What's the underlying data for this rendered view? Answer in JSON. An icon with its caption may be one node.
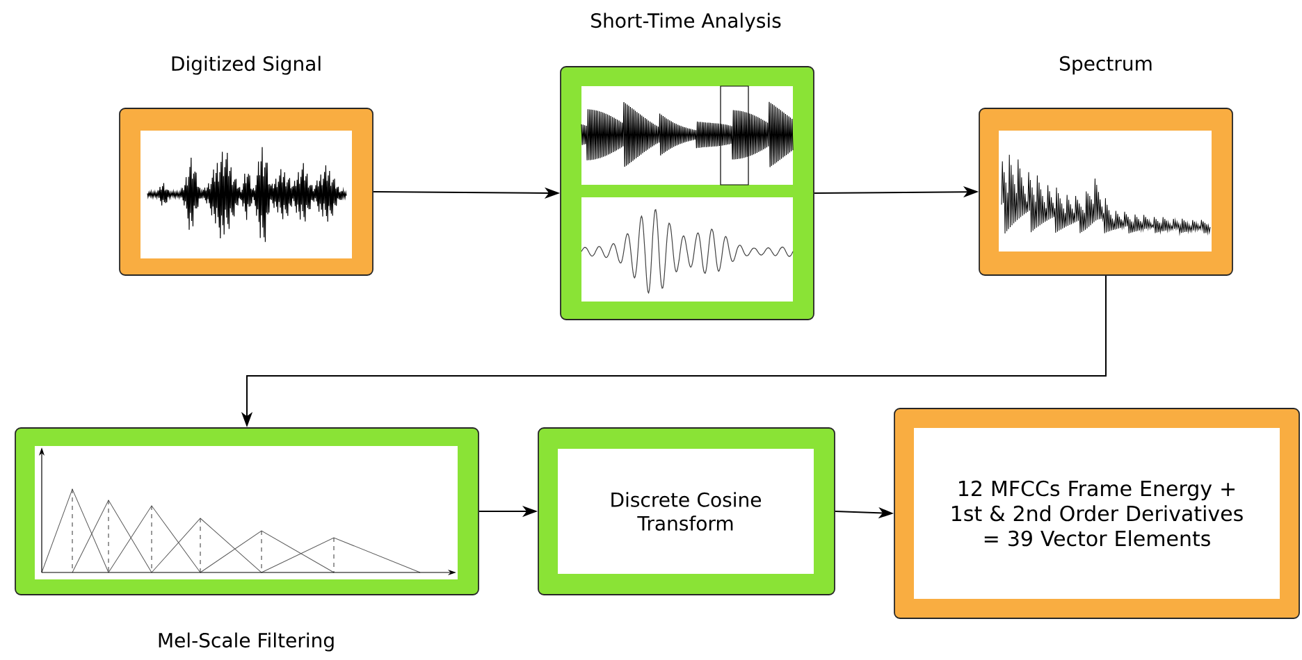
{
  "diagram": {
    "nodes": [
      {
        "text": [
          "Digitized Signal"
        ]
      },
      {
        "text": [
          "Short-Time Analysis"
        ]
      },
      {
        "text": [
          "Spectrum"
        ]
      },
      {
        "text": [
          "Mel-Scale Filtering"
        ]
      },
      {
        "text": [
          "Discrete Cosine Transform"
        ]
      },
      {
        "text": [
          "12 MFCCs Frame Energy + 1st & 2nd Order Derivatives = 39 Vector Elements"
        ]
      }
    ],
    "edges": [
      {
        "from": 0,
        "to": 1,
        "arrow": "to"
      },
      {
        "from": 1,
        "to": 2,
        "arrow": "to"
      },
      {
        "from": 2,
        "to": 3,
        "arrow": "to"
      },
      {
        "from": 3,
        "to": 4,
        "arrow": "to"
      },
      {
        "from": 4,
        "to": 5,
        "arrow": "to"
      }
    ]
  }
}
